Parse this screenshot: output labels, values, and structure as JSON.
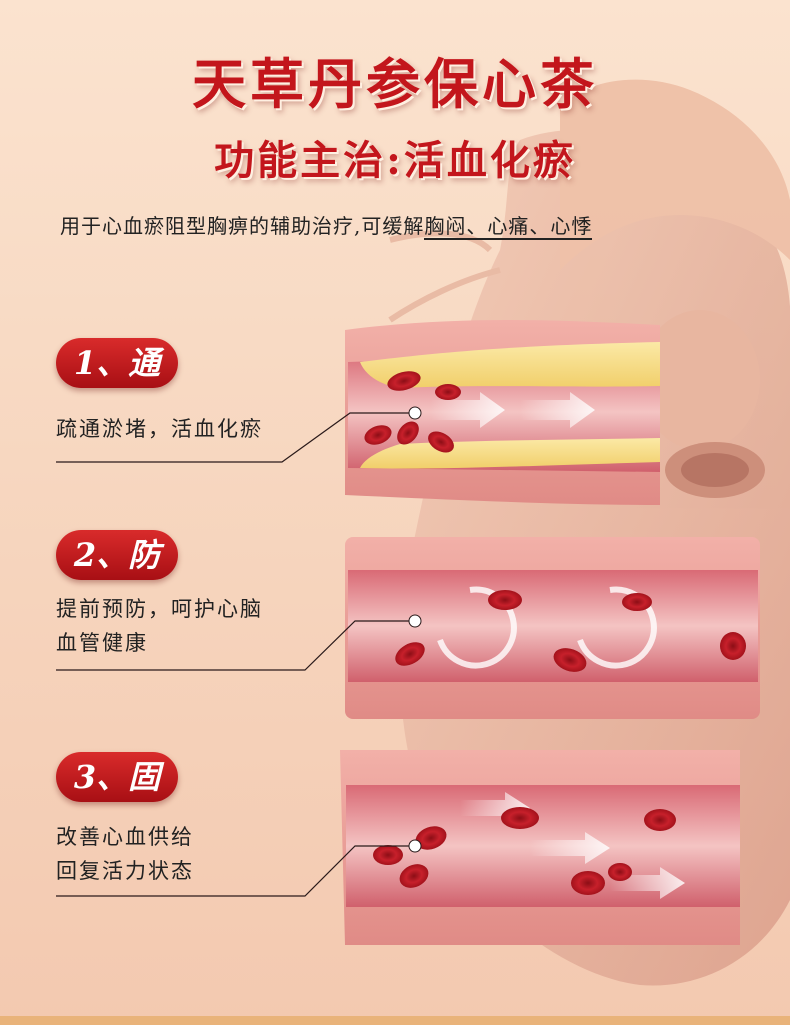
{
  "header": {
    "title": "天草丹参保心茶",
    "subtitle": "功能主治:活血化瘀"
  },
  "description": {
    "main": "用于心血瘀阻型胸痹的辅助治疗,可缓解",
    "underlined": "胸闷、心痛、心悸"
  },
  "features": [
    {
      "badge_num": "1、",
      "badge_word": "通",
      "lines": [
        "疏通淤堵，活血化瘀"
      ]
    },
    {
      "badge_num": "2、",
      "badge_word": "防",
      "lines": [
        "提前预防，呵护心脑",
        "血管健康"
      ]
    },
    {
      "badge_num": "3、",
      "badge_word": "固",
      "lines": [
        "改善心血供给",
        "回复活力状态"
      ]
    }
  ],
  "colors": {
    "accent_red": "#c3161c",
    "badge_red": "#b5141a",
    "background": "#f7d7c0"
  }
}
